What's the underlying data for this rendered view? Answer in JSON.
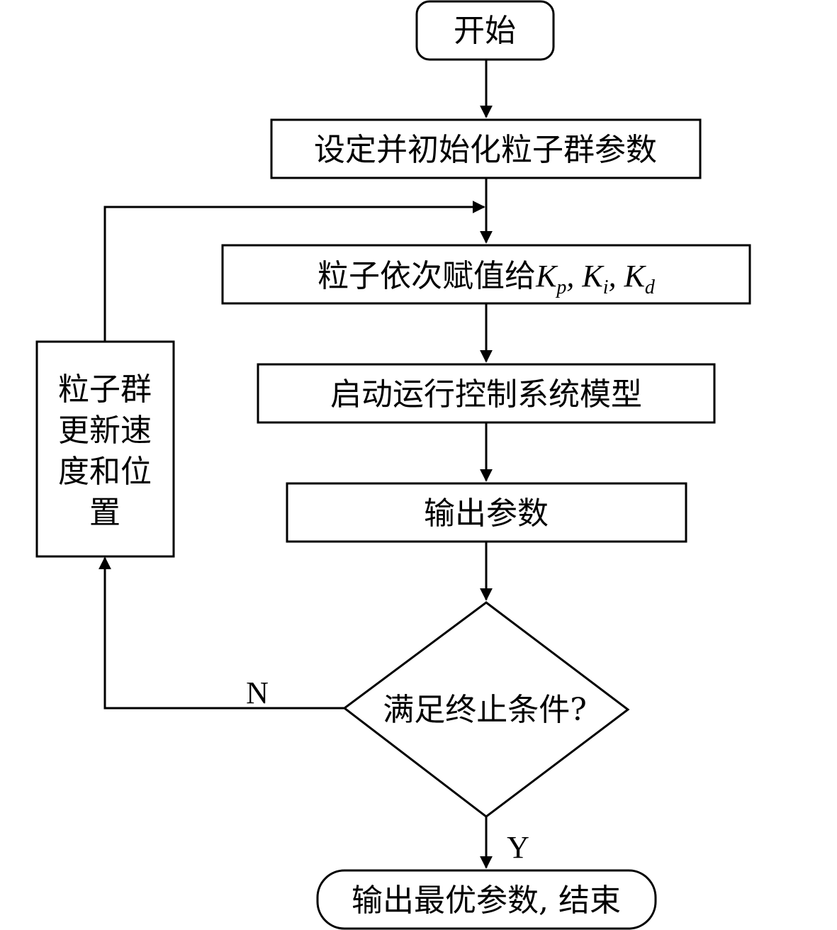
{
  "nodes": {
    "start": "开始",
    "init": "设定并初始化粒子群参数",
    "assign": {
      "prefix": "粒子依次赋值给",
      "k1": "K",
      "k1_sub": "p",
      "sep1": ", ",
      "k2": "K",
      "k2_sub": "i",
      "sep2": ", ",
      "k3": "K",
      "k3_sub": "d"
    },
    "run": "启动运行控制系统模型",
    "output": "输出参数",
    "decision": "满足终止条件?",
    "update": {
      "line1": "粒子群",
      "line2": "更新速",
      "line3": "度和位",
      "line4": "置"
    },
    "end": "输出最优参数, 结束"
  },
  "edges": {
    "no_label": "N",
    "yes_label": "Y"
  }
}
